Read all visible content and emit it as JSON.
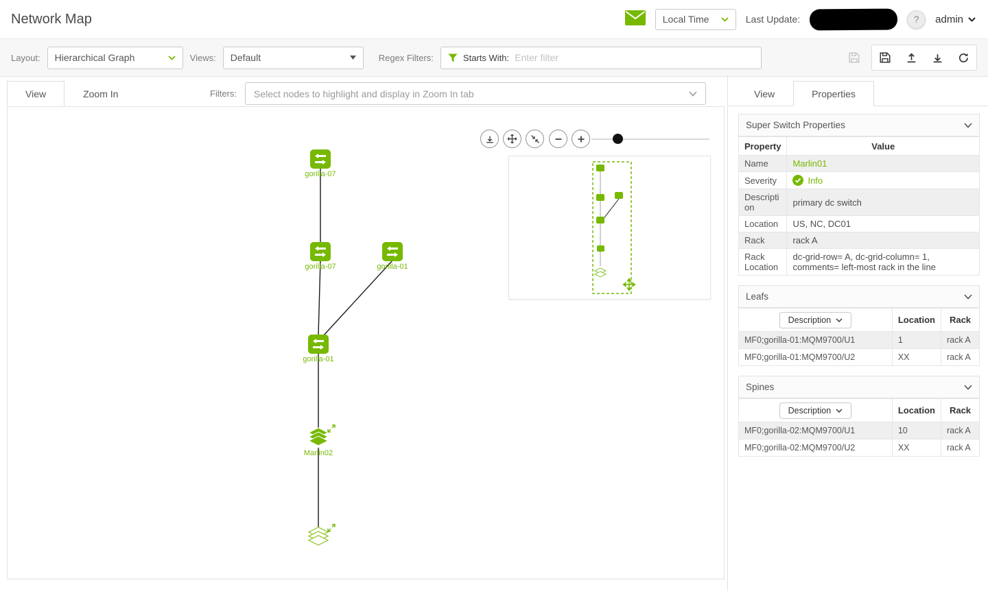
{
  "header": {
    "title": "Network Map",
    "time_zone": "Local Time",
    "last_update_label": "Last Update:",
    "help": "?",
    "user": "admin"
  },
  "toolbar": {
    "layout_label": "Layout:",
    "layout_value": "Hierarchical Graph",
    "views_label": "Views:",
    "views_value": "Default",
    "regex_label": "Regex Filters:",
    "filter_prefix": "Starts With:",
    "filter_placeholder": "Enter filter"
  },
  "main_tabs": {
    "view": "View",
    "zoom_in": "Zoom In"
  },
  "filters_bar": {
    "label": "Filters:",
    "placeholder": "Select nodes to highlight and display in Zoom In tab"
  },
  "graph": {
    "nodes": [
      {
        "id": "gorilla-07-top",
        "label": "gorilla-07",
        "type": "switch"
      },
      {
        "id": "gorilla-07-mid",
        "label": "gorilla-07",
        "type": "switch"
      },
      {
        "id": "gorilla-01-right",
        "label": "gorilla-01",
        "type": "switch"
      },
      {
        "id": "gorilla-01-low",
        "label": "gorilla-01",
        "type": "switch"
      },
      {
        "id": "marlin02",
        "label": "Marlin02",
        "type": "super-switch"
      },
      {
        "id": "super-switch-bottom",
        "label": "",
        "type": "super-switch"
      }
    ]
  },
  "right_panel": {
    "tabs": {
      "view": "View",
      "properties": "Properties"
    },
    "super_switch": {
      "title": "Super Switch Properties",
      "columns": [
        "Property",
        "Value"
      ],
      "rows": [
        {
          "property": "Name",
          "value": "Marlin01"
        },
        {
          "property": "Severity",
          "value": "Info"
        },
        {
          "property": "Description",
          "value": "primary dc switch"
        },
        {
          "property": "Location",
          "value": "US, NC, DC01"
        },
        {
          "property": "Rack",
          "value": "rack A"
        },
        {
          "property": "Rack Location",
          "value": "dc-grid-row= A, dc-grid-column= 1, comments= left-most rack in the line"
        }
      ]
    },
    "leafs": {
      "title": "Leafs",
      "columns": {
        "description": "Description",
        "location": "Location",
        "rack": "Rack"
      },
      "rows": [
        {
          "description": "MF0;gorilla-01:MQM9700/U1",
          "location": "1",
          "rack": "rack A"
        },
        {
          "description": "MF0;gorilla-01:MQM9700/U2",
          "location": "XX",
          "rack": "rack A"
        }
      ]
    },
    "spines": {
      "title": "Spines",
      "columns": {
        "description": "Description",
        "location": "Location",
        "rack": "Rack"
      },
      "rows": [
        {
          "description": "MF0;gorilla-02:MQM9700/U1",
          "location": "10",
          "rack": "rack A"
        },
        {
          "description": "MF0;gorilla-02:MQM9700/U2",
          "location": "XX",
          "rack": "rack A"
        }
      ]
    }
  },
  "colors": {
    "accent": "#76b900",
    "text": "#4d4d4d"
  }
}
